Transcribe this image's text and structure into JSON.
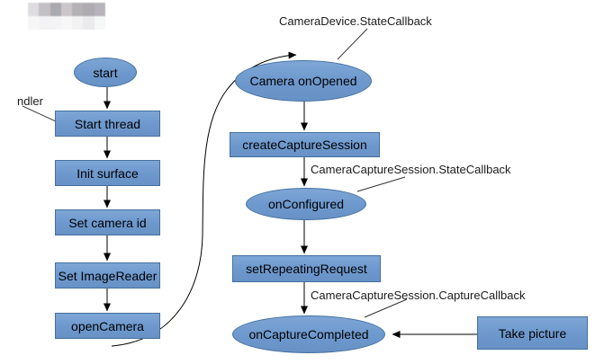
{
  "left_flow": [
    {
      "id": "start",
      "label": "start",
      "shape": "ellipse"
    },
    {
      "id": "start-thread",
      "label": "Start thread",
      "shape": "rect"
    },
    {
      "id": "init-surface",
      "label": "Init surface",
      "shape": "rect"
    },
    {
      "id": "set-camera-id",
      "label": "Set camera id",
      "shape": "rect"
    },
    {
      "id": "set-imagereader",
      "label": "Set ImageReader",
      "shape": "rect"
    },
    {
      "id": "opencamera",
      "label": "openCamera",
      "shape": "rect"
    }
  ],
  "right_flow": [
    {
      "id": "camera-onopened",
      "label": "Camera onOpened",
      "shape": "ellipse"
    },
    {
      "id": "createcapturesession",
      "label": "createCaptureSession",
      "shape": "rect"
    },
    {
      "id": "onconfigured",
      "label": "onConfigured",
      "shape": "ellipse"
    },
    {
      "id": "setrepeatingrequest",
      "label": "setRepeatingRequest",
      "shape": "rect"
    },
    {
      "id": "oncapturecompleted",
      "label": "onCaptureCompleted",
      "shape": "ellipse"
    }
  ],
  "side": {
    "take_picture_label": "Take picture"
  },
  "annotations": {
    "camera_device_state_callback": "CameraDevice.StateCallback",
    "camera_capture_session_state_callback": "CameraCaptureSession.StateCallback",
    "camera_capture_session_capture_callback": "CameraCaptureSession.CaptureCallback",
    "handler_truncated": "ndler"
  },
  "colors": {
    "node_fill": "#6d98cd",
    "node_border": "#44709d",
    "connector": "#000000",
    "leader_line": "#444444",
    "text": "#000000"
  }
}
